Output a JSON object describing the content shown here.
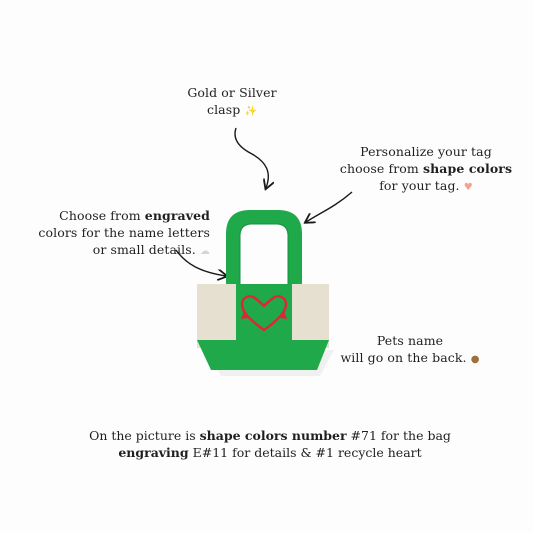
{
  "clasp_note": {
    "line1": "Gold or Silver",
    "line2": "clasp",
    "emoji": "sparkles-icon"
  },
  "tag_note": {
    "line1": "Personalize your tag",
    "line2_prefix": "choose from ",
    "line2_bold": "shape colors",
    "line3": "for your tag.",
    "emoji": "heart-hands-icon"
  },
  "engraved_note": {
    "line1_prefix": "Choose from ",
    "line1_bold": "engraved",
    "line2": "colors for the name letters",
    "line3": "or small details.",
    "emoji": "cloud-icon"
  },
  "pets_note": {
    "line1": "Pets name",
    "line2": "will go on the back.",
    "emoji": "teddy-bear-icon"
  },
  "caption": {
    "line1_prefix": "On the picture is ",
    "line1_bold": "shape colors number",
    "line1_suffix": " #71 for the bag",
    "line2_bold": "engraving",
    "line2_suffix": " E#11 for details & #1 recycle heart"
  },
  "colors": {
    "bag_green": "#1fa94a",
    "bag_cream": "#e6e0d0",
    "heart_red": "#e0243a",
    "background": "#fdfdfd"
  }
}
